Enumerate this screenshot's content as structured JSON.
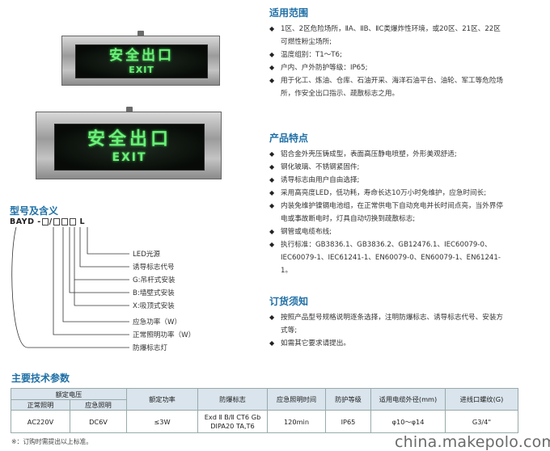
{
  "signs": [
    {
      "cn": "安全出口",
      "en": "EXIT"
    },
    {
      "cn": "安全出口",
      "en": "EXIT"
    }
  ],
  "model": {
    "heading": "型号及含义",
    "code_prefix": "BAYD -",
    "code_sep": "/",
    "code_suffix": "L",
    "labels": [
      "LED光源",
      "诱导标志代号",
      "G:吊杆式安装",
      "B:墙壁式安装",
      "X:吸顶式安装",
      "应急功率（W）",
      "正常照明功率（W）",
      "防爆标志灯"
    ]
  },
  "scope": {
    "heading": "适用范围",
    "items": [
      "1区、2区危险场所，ⅡA、ⅡB、ⅡC类爆炸性环境，或20区、21区、22区可燃性粉尘场所;",
      "温度组别：T1～T6;",
      "户内、户外防护等级：IP65;",
      "用于化工、炼油、仓库、石油开采、海洋石油平台、油轮、军工等危险场所，作安全出口指示、疏散标志之用。"
    ]
  },
  "features": {
    "heading": "产品特点",
    "items": [
      "铝合金外壳压铸成型，表面高压静电喷塑，外形美观舒适;",
      "钢化玻璃、不锈钢紧固件;",
      "诱导标志由用户自由选择;",
      "采用高亮度LED，低功耗，寿命长达10万小时免维护，应急时间长;",
      "内装免维护镍镉电池组，在正常供电下自动充电并长时间点亮，当外界停电或事故断电时，灯具自动切换到疏散标志;",
      "钢管或电缆布线;",
      "执行标准：GB3836.1、GB3836.2、GB12476.1、IEC60079-0、IEC60079-1、IEC61241-1、EN60079-0、EN60079-1、EN61241-1。"
    ]
  },
  "ordering": {
    "heading": "订货须知",
    "items": [
      "按照产品型号规格说明逐条选择，注明防爆标志、诱导标志代号、安装方式等;",
      "如需其它要求请提出。"
    ]
  },
  "specs": {
    "heading": "主要技术参数",
    "group_header": "额定电压",
    "sub_normal": "正常照明",
    "sub_emergency": "应急照明",
    "headers": [
      "额定功率",
      "防爆标志",
      "应急照明时间",
      "防护等级",
      "适用电缆外径(mm)",
      "进线口螺纹(G)"
    ],
    "row": {
      "normal": "AC220V",
      "emergency": "DC6V",
      "power": "≤3W",
      "exmark_line1": "Exd Ⅱ B/Ⅱ CT6 Gb",
      "exmark_line2": "DIPA20 TA,T6",
      "time": "120min",
      "ip": "IP65",
      "cable": "φ10～φ14",
      "thread": "G3/4\""
    },
    "note": "※：订购时需提出以上标准。"
  },
  "watermark": "china.makepolo.com"
}
